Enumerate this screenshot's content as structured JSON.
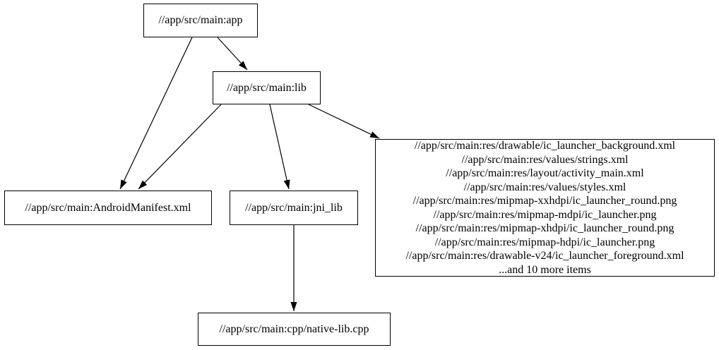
{
  "diagram": {
    "type": "dependency-graph",
    "background_color": "#ffffff",
    "node_border_color": "#000000",
    "text_color": "#000000",
    "edge_color": "#000000",
    "nodes": {
      "app": {
        "label": "//app/src/main:app"
      },
      "lib": {
        "label": "//app/src/main:lib"
      },
      "manifest": {
        "label": "//app/src/main:AndroidManifest.xml"
      },
      "jni_lib": {
        "label": "//app/src/main:jni_lib"
      },
      "resources": {
        "lines": [
          "//app/src/main:res/drawable/ic_launcher_background.xml",
          "//app/src/main:res/values/strings.xml",
          "//app/src/main:res/layout/activity_main.xml",
          "//app/src/main:res/values/styles.xml",
          "//app/src/main:res/mipmap-xxhdpi/ic_launcher_round.png",
          "//app/src/main:res/mipmap-mdpi/ic_launcher.png",
          "//app/src/main:res/mipmap-xhdpi/ic_launcher_round.png",
          "//app/src/main:res/mipmap-hdpi/ic_launcher.png",
          "//app/src/main:res/drawable-v24/ic_launcher_foreground.xml",
          "...and 10 more items"
        ]
      },
      "native_lib": {
        "label": "//app/src/main:cpp/native-lib.cpp"
      }
    },
    "edges": [
      {
        "from": "app",
        "to": "lib"
      },
      {
        "from": "app",
        "to": "manifest"
      },
      {
        "from": "lib",
        "to": "manifest"
      },
      {
        "from": "lib",
        "to": "jni_lib"
      },
      {
        "from": "lib",
        "to": "resources"
      },
      {
        "from": "jni_lib",
        "to": "native_lib"
      }
    ]
  }
}
